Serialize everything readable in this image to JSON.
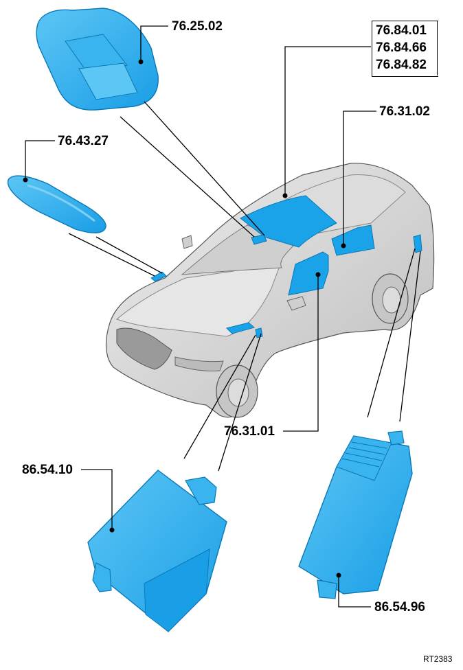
{
  "callouts": {
    "interior_lamp": "76.25.02",
    "sunroof_1": "76.84.01",
    "sunroof_2": "76.84.66",
    "sunroof_3": "76.84.82",
    "rear_door_glass": "76.31.02",
    "side_vent": "76.43.27",
    "front_door_glass": "76.31.01",
    "module_left": "86.54.10",
    "module_right": "86.54.96"
  },
  "reference": "RT2383",
  "colors": {
    "highlight": "#1aa3e8",
    "highlight_light": "#7fd0f5",
    "body": "#d8d8d8",
    "outline": "#000000"
  }
}
